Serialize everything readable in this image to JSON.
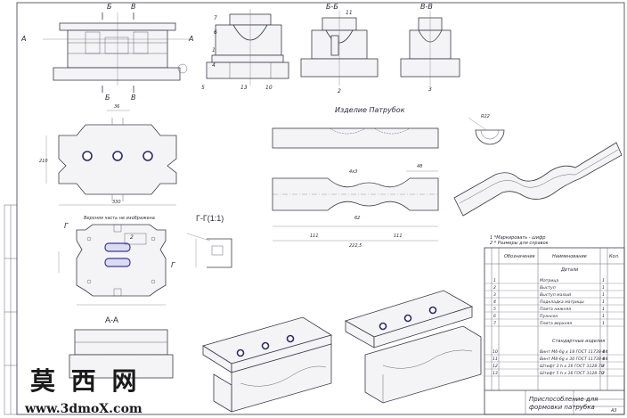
{
  "sheet": {
    "border_color": "#3a3a4a",
    "background": "#ffffff",
    "hole_color": "#2c2c66"
  },
  "views": {
    "top_section_marks": {
      "b_left": "Б",
      "b_right": "В",
      "a_left": "А",
      "a_right": "А"
    },
    "bottom_section_marks": {
      "b": "Б",
      "v": "В"
    },
    "section_view_labels": {
      "bb": "Б-Б",
      "vv": "В-В"
    },
    "section_labels": {
      "aa": "А-А",
      "gg": "Г-Г(1:1)",
      "g_left": "Г",
      "g_right": "Г"
    },
    "callout_numbers": {
      "n7": "7",
      "n6": "6",
      "n1": "1",
      "n4": "4",
      "n5": "5",
      "n13": "13",
      "n10": "10",
      "n11": "11",
      "n2": "2",
      "n3": "3"
    },
    "notes": {
      "upper_part_hidden": "Верхняя часть не изображена"
    }
  },
  "part": {
    "title": "Изделие Патрубок"
  },
  "dimensions": {
    "d330": "330",
    "d210": "210",
    "d36": "36",
    "d222": "222,5",
    "d111a": "111",
    "d111b": "111",
    "r22": "R22",
    "d48": "48",
    "d63": "4х3",
    "d62": "62"
  },
  "spec_notes": {
    "line1": "1 *Маркировать - шифр",
    "line2": "2 * Размеры для справок"
  },
  "spec_table": {
    "headers": {
      "designation": "Обозначение",
      "name": "Наименование",
      "qty": "Кол."
    },
    "section_details": "Детали",
    "details": [
      {
        "pos": "1",
        "name": "Матрица",
        "qty": "1"
      },
      {
        "pos": "2",
        "name": "Выступ",
        "qty": "1"
      },
      {
        "pos": "3",
        "name": "Выступ малый",
        "qty": "1"
      },
      {
        "pos": "4",
        "name": "Подкладка матрицы",
        "qty": "1"
      },
      {
        "pos": "5",
        "name": "Плита нижняя",
        "qty": "1"
      },
      {
        "pos": "6",
        "name": "Пуансон",
        "qty": "1"
      },
      {
        "pos": "7",
        "name": "Плита верхняя",
        "qty": "1"
      }
    ],
    "section_standard": "Стандартные изделия",
    "standard": [
      {
        "pos": "10",
        "name": "Винт М6-6g х 18 ГОСТ 11738-84",
        "qty": "4"
      },
      {
        "pos": "11",
        "name": "Винт М8-6g х 30 ГОСТ 11738-84",
        "qty": "4"
      },
      {
        "pos": "12",
        "name": "Штифт 3 h х 16 ГОСТ 3128-70",
        "qty": "4"
      },
      {
        "pos": "13",
        "name": "Штифт 5 h х 16 ГОСТ 3128-70",
        "qty": "2"
      }
    ]
  },
  "title_block": {
    "name_line1": "Приспособление для",
    "name_line2": "формовки патрубка",
    "sheet_format": "А3"
  },
  "watermark": {
    "cn": "莫 西 网",
    "url": "www.3dmoX.com"
  }
}
